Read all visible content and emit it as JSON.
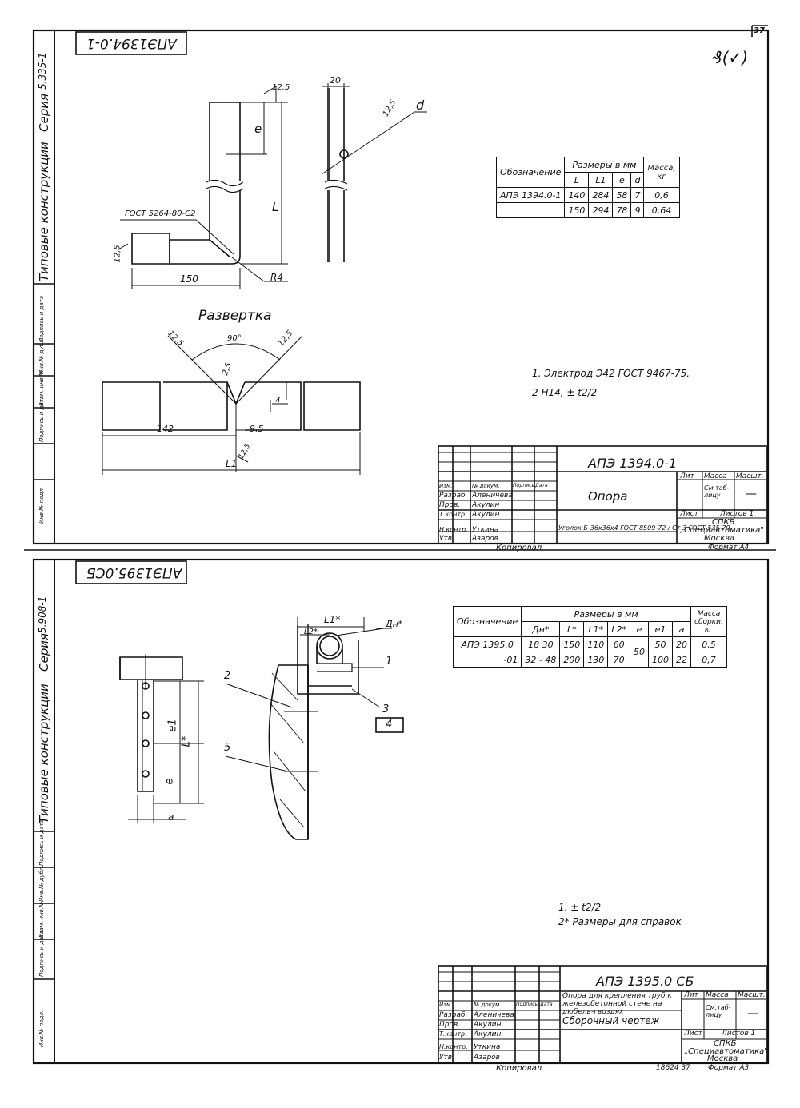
{
  "sheet_number": "37",
  "revision_mark": "₰(✓)",
  "top": {
    "series_code": "5.335-1",
    "series_label": "Серия",
    "side_title": "Типовые конструкции",
    "rotated_code": "АПЭ1394.0-1",
    "razvertka": "Развертка",
    "gost_weld": "ГОСТ 5264-80-С2",
    "dims": {
      "d125a": "12,5",
      "d20": "20",
      "d125b": "12,5",
      "d": "d",
      "e": "e",
      "L": "L",
      "d125c": "12,5",
      "d150": "150",
      "R4": "R4",
      "d90": "90°",
      "d125d": "12,5",
      "d125e": "12,5",
      "d25": "2,5",
      "d4": "4",
      "d142": "142",
      "d95": "9,5",
      "d125f": "12,5",
      "L1": "L1"
    },
    "table": {
      "col_designation": "Обозначение",
      "col_sizes": "Размеры в мм",
      "col_mass": "Масса, кг",
      "sub": [
        "L",
        "L1",
        "e",
        "d"
      ],
      "rows": [
        {
          "name": "АПЭ 1394.0-1",
          "L": "140",
          "L1": "284",
          "e": "58",
          "d": "7",
          "mass": "0,6"
        },
        {
          "name": "",
          "L": "150",
          "L1": "294",
          "e": "78",
          "d": "9",
          "mass": "0,64"
        }
      ]
    },
    "notes": [
      "1. Электрод Э42 ГОСТ 9467-75.",
      "2 Н14, ± t2/2"
    ],
    "stamp": {
      "code": "АПЭ 1394.0-1",
      "name": "Опора",
      "lit": "Лит",
      "massa": "Масса",
      "masht": "Масшт.",
      "mass_val": "См.таб-лицу",
      "scale_val": "—",
      "list": "Лист",
      "listov": "Листов 1",
      "org1": "СПКБ",
      "org2": "„Специавтоматика\"",
      "org3": "Москва",
      "material": "Уголок Б-36х36х4 ГОСТ 8509-72 / Ст 3 ГОСТ 535-79",
      "roles": [
        {
          "role": "Изм.",
          "who": "№ докум.",
          "sign": "Подпись",
          "date": "Дата"
        },
        {
          "role": "Разраб.",
          "who": "Аленичева",
          "sign": "",
          "date": ""
        },
        {
          "role": "Пров.",
          "who": "Акулин",
          "sign": "",
          "date": ""
        },
        {
          "role": "Т.контр.",
          "who": "Акулин",
          "sign": "",
          "date": ""
        },
        {
          "role": "Н.контр.",
          "who": "Уткина",
          "sign": "",
          "date": ""
        },
        {
          "role": "Утв.",
          "who": "Азаров",
          "sign": "",
          "date": ""
        }
      ]
    },
    "copy": "Копировал",
    "format": "Формат А4"
  },
  "bottom": {
    "series_code": "5.908-1",
    "series_label": "Серия",
    "side_title": "Типовые конструкции",
    "rotated_code": "АПЭ1395.0СБ",
    "dims": {
      "L1": "L1*",
      "L2": "L2*",
      "Dn": "Дн*",
      "L": "L*",
      "e1": "e1",
      "e": "e",
      "a": "a"
    },
    "callouts": [
      "1",
      "2",
      "3",
      "4",
      "5"
    ],
    "table": {
      "col_designation": "Обозначение",
      "col_sizes": "Размеры в мм",
      "col_mass": "Масса сборки, кг",
      "sub": [
        "Дн*",
        "L*",
        "L1*",
        "L2*",
        "e",
        "e1",
        "a"
      ],
      "rows": [
        {
          "name": "АПЭ 1395.0",
          "dn": "18  30",
          "L": "150",
          "L1": "110",
          "L2": "60",
          "e": "50",
          "e1": "50",
          "a": "20",
          "mass": "0,5"
        },
        {
          "name": "-01",
          "dn": "32 - 48",
          "L": "200",
          "L1": "130",
          "L2": "70",
          "e": "",
          "e1": "100",
          "a": "22",
          "mass": "0,7"
        }
      ]
    },
    "notes": [
      "1. ± t2/2",
      "2* Размеры для справок"
    ],
    "stamp": {
      "code": "АПЭ 1395.0 СБ",
      "name": "Опора для крепления труб к железобетонной стене на дюбель-гвоздях",
      "doc": "Сборочный чертеж",
      "lit": "Лит",
      "massa": "Масса",
      "masht": "Масшт.",
      "mass_val": "См.таб-лицу",
      "scale_val": "—",
      "list": "Лист",
      "listov": "Листов 1",
      "org1": "СПКБ",
      "org2": "„Специавтоматика\"",
      "org3": "Москва",
      "roles": [
        {
          "role": "Изм.",
          "who": "№ докум.",
          "sign": "Подпись",
          "date": "Дата"
        },
        {
          "role": "Разраб.",
          "who": "Аленичева",
          "sign": "",
          "date": ""
        },
        {
          "role": "Пров.",
          "who": "Акулин",
          "sign": "",
          "date": ""
        },
        {
          "role": "Т.контр.",
          "who": "Акулин",
          "sign": "",
          "date": ""
        },
        {
          "role": "Н.контр.",
          "who": "Уткина",
          "sign": "",
          "date": ""
        },
        {
          "role": "Утв.",
          "who": "Азаров",
          "sign": "",
          "date": ""
        }
      ]
    },
    "copy": "Копировал",
    "archive": "18624 37",
    "format": "Формат А3"
  },
  "side_columns": [
    "Инв.№ подл.",
    "Подпись и дата",
    "Взам. инв.№",
    "Инв.№ дубл.",
    "Подпись и дата"
  ]
}
